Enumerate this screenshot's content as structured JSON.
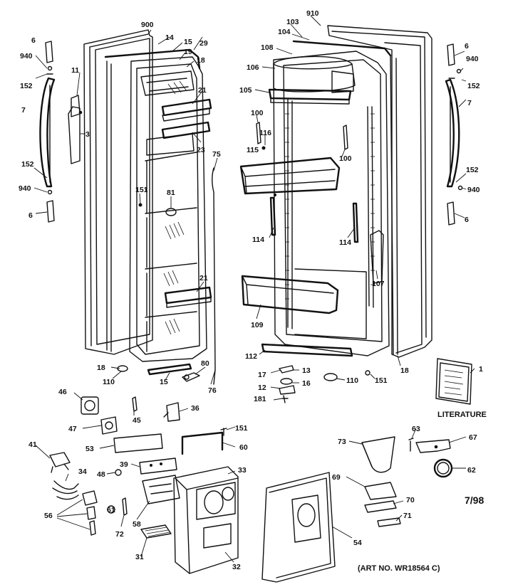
{
  "callouts": [
    {
      "id": "c900",
      "text": "900"
    },
    {
      "id": "c910",
      "text": "910"
    },
    {
      "id": "c103",
      "text": "103"
    },
    {
      "id": "c104",
      "text": "104"
    },
    {
      "id": "c108",
      "text": "108"
    },
    {
      "id": "c106",
      "text": "106"
    },
    {
      "id": "c105",
      "text": "105"
    },
    {
      "id": "c100a",
      "text": "100"
    },
    {
      "id": "c116",
      "text": "116"
    },
    {
      "id": "c115",
      "text": "115"
    },
    {
      "id": "c100b",
      "text": "100"
    },
    {
      "id": "c114a",
      "text": "114"
    },
    {
      "id": "c114b",
      "text": "114"
    },
    {
      "id": "c107",
      "text": "107"
    },
    {
      "id": "c109",
      "text": "109"
    },
    {
      "id": "c112",
      "text": "112"
    },
    {
      "id": "c6a",
      "text": "6"
    },
    {
      "id": "c940a",
      "text": "940"
    },
    {
      "id": "c152a",
      "text": "152"
    },
    {
      "id": "c7a",
      "text": "7"
    },
    {
      "id": "c152b",
      "text": "152"
    },
    {
      "id": "c940b",
      "text": "940"
    },
    {
      "id": "c6b",
      "text": "6"
    },
    {
      "id": "c11",
      "text": "11"
    },
    {
      "id": "c3",
      "text": "3"
    },
    {
      "id": "c14",
      "text": "14"
    },
    {
      "id": "c15a",
      "text": "15"
    },
    {
      "id": "c29",
      "text": "29"
    },
    {
      "id": "c19",
      "text": "19"
    },
    {
      "id": "c18a",
      "text": "18"
    },
    {
      "id": "c21a",
      "text": "21"
    },
    {
      "id": "c23",
      "text": "23"
    },
    {
      "id": "c75",
      "text": "75"
    },
    {
      "id": "c151a",
      "text": "151"
    },
    {
      "id": "c81",
      "text": "81"
    },
    {
      "id": "c21b",
      "text": "21"
    },
    {
      "id": "c18b",
      "text": "18"
    },
    {
      "id": "c110a",
      "text": "110"
    },
    {
      "id": "c15b",
      "text": "15"
    },
    {
      "id": "c80",
      "text": "80"
    },
    {
      "id": "c76",
      "text": "76"
    },
    {
      "id": "c6c",
      "text": "6"
    },
    {
      "id": "c940c",
      "text": "940"
    },
    {
      "id": "c152c",
      "text": "152"
    },
    {
      "id": "c7b",
      "text": "7"
    },
    {
      "id": "c152d",
      "text": "152"
    },
    {
      "id": "c940d",
      "text": "940"
    },
    {
      "id": "c6d",
      "text": "6"
    },
    {
      "id": "c17",
      "text": "17"
    },
    {
      "id": "c13",
      "text": "13"
    },
    {
      "id": "c12",
      "text": "12"
    },
    {
      "id": "c16",
      "text": "16"
    },
    {
      "id": "c181",
      "text": "181"
    },
    {
      "id": "c110b",
      "text": "110"
    },
    {
      "id": "c151b",
      "text": "151"
    },
    {
      "id": "c18c",
      "text": "18"
    },
    {
      "id": "c1",
      "text": "1"
    },
    {
      "id": "c46",
      "text": "46"
    },
    {
      "id": "c45",
      "text": "45"
    },
    {
      "id": "c36",
      "text": "36"
    },
    {
      "id": "c47",
      "text": "47"
    },
    {
      "id": "c151c",
      "text": "151"
    },
    {
      "id": "c41",
      "text": "41"
    },
    {
      "id": "c53",
      "text": "53"
    },
    {
      "id": "c60",
      "text": "60"
    },
    {
      "id": "c39",
      "text": "39"
    },
    {
      "id": "c34",
      "text": "34"
    },
    {
      "id": "c48",
      "text": "48"
    },
    {
      "id": "c33",
      "text": "33"
    },
    {
      "id": "c56",
      "text": "56"
    },
    {
      "id": "c61",
      "text": "61"
    },
    {
      "id": "c58",
      "text": "58"
    },
    {
      "id": "c72",
      "text": "72"
    },
    {
      "id": "c31",
      "text": "31"
    },
    {
      "id": "c32",
      "text": "32"
    },
    {
      "id": "c73",
      "text": "73"
    },
    {
      "id": "c63",
      "text": "63"
    },
    {
      "id": "c67",
      "text": "67"
    },
    {
      "id": "c62",
      "text": "62"
    },
    {
      "id": "c69",
      "text": "69"
    },
    {
      "id": "c70",
      "text": "70"
    },
    {
      "id": "c71",
      "text": "71"
    },
    {
      "id": "c54",
      "text": "54"
    }
  ],
  "literature_label": "LITERATURE",
  "date_code": "7/98",
  "art_number": "(ART NO. WR18564 C)"
}
